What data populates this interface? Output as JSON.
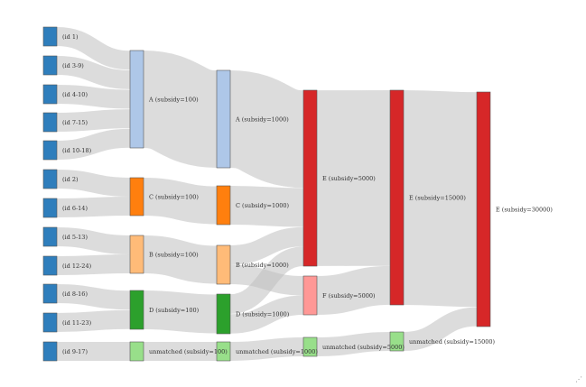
{
  "diagram": {
    "type": "sankey",
    "link_color": "#bfbfbf",
    "columns": [
      {
        "nodes": [
          {
            "id": "id1",
            "label": "(id 1)",
            "color": "#2f7ebc"
          },
          {
            "id": "id3",
            "label": "(id 3-9)",
            "color": "#2f7ebc"
          },
          {
            "id": "id4",
            "label": "(id 4-10)",
            "color": "#2f7ebc"
          },
          {
            "id": "id7",
            "label": "(id 7-15)",
            "color": "#2f7ebc"
          },
          {
            "id": "id10",
            "label": "(id 10-18)",
            "color": "#2f7ebc"
          },
          {
            "id": "id2",
            "label": "(id 2)",
            "color": "#2f7ebc"
          },
          {
            "id": "id6",
            "label": "(id 6-14)",
            "color": "#2f7ebc"
          },
          {
            "id": "id5",
            "label": "(id 5-13)",
            "color": "#2f7ebc"
          },
          {
            "id": "id12",
            "label": "(id 12-24)",
            "color": "#2f7ebc"
          },
          {
            "id": "id8",
            "label": "(id 8-16)",
            "color": "#2f7ebc"
          },
          {
            "id": "id11",
            "label": "(id 11-23)",
            "color": "#2f7ebc"
          },
          {
            "id": "id9",
            "label": "(id 9-17)",
            "color": "#2f7ebc"
          }
        ]
      },
      {
        "nodes": [
          {
            "id": "A100",
            "label": "A (subsidy=100)",
            "color": "#aec7e8"
          },
          {
            "id": "C100",
            "label": "C (subsidy=100)",
            "color": "#ff7f0e"
          },
          {
            "id": "B100",
            "label": "B (subsidy=100)",
            "color": "#ffbb78"
          },
          {
            "id": "D100",
            "label": "D (subsidy=100)",
            "color": "#2ca02c"
          },
          {
            "id": "U100",
            "label": "unmatched (subsidy=100)",
            "color": "#98df8a"
          }
        ]
      },
      {
        "nodes": [
          {
            "id": "A1000",
            "label": "A (subsidy=1000)",
            "color": "#aec7e8"
          },
          {
            "id": "C1000",
            "label": "C (subsidy=1000)",
            "color": "#ff7f0e"
          },
          {
            "id": "B1000",
            "label": "B (subsidy=1000)",
            "color": "#ffbb78"
          },
          {
            "id": "D1000",
            "label": "D (subsidy=1000)",
            "color": "#2ca02c"
          },
          {
            "id": "U1000",
            "label": "unmatched (subsidy=1000)",
            "color": "#98df8a"
          }
        ]
      },
      {
        "nodes": [
          {
            "id": "E5000",
            "label": "E (subsidy=5000)",
            "color": "#d62728"
          },
          {
            "id": "F5000",
            "label": "F (subsidy=5000)",
            "color": "#ff9896"
          },
          {
            "id": "U5000",
            "label": "unmatched (subsidy=5000)",
            "color": "#98df8a"
          }
        ]
      },
      {
        "nodes": [
          {
            "id": "E15000",
            "label": "E (subsidy=15000)",
            "color": "#d62728"
          },
          {
            "id": "U15000",
            "label": "unmatched (subsidy=15000)",
            "color": "#98df8a"
          }
        ]
      },
      {
        "nodes": [
          {
            "id": "E30000",
            "label": "E (subsidy=30000)",
            "color": "#d62728"
          }
        ]
      }
    ],
    "links": [
      {
        "source": "id1",
        "target": "A100",
        "value": 1
      },
      {
        "source": "id3",
        "target": "A100",
        "value": 1
      },
      {
        "source": "id4",
        "target": "A100",
        "value": 1
      },
      {
        "source": "id7",
        "target": "A100",
        "value": 1
      },
      {
        "source": "id10",
        "target": "A100",
        "value": 1
      },
      {
        "source": "id2",
        "target": "C100",
        "value": 1
      },
      {
        "source": "id6",
        "target": "C100",
        "value": 1
      },
      {
        "source": "id5",
        "target": "B100",
        "value": 1
      },
      {
        "source": "id12",
        "target": "B100",
        "value": 1
      },
      {
        "source": "id8",
        "target": "D100",
        "value": 1
      },
      {
        "source": "id11",
        "target": "D100",
        "value": 1
      },
      {
        "source": "id9",
        "target": "U100",
        "value": 1
      },
      {
        "source": "A100",
        "target": "A1000",
        "value": 5
      },
      {
        "source": "C100",
        "target": "C1000",
        "value": 2
      },
      {
        "source": "B100",
        "target": "B1000",
        "value": 2
      },
      {
        "source": "D100",
        "target": "D1000",
        "value": 2
      },
      {
        "source": "U100",
        "target": "U1000",
        "value": 1
      },
      {
        "source": "A1000",
        "target": "E5000",
        "value": 5
      },
      {
        "source": "C1000",
        "target": "E5000",
        "value": 2
      },
      {
        "source": "B1000",
        "target": "E5000",
        "value": 1
      },
      {
        "source": "B1000",
        "target": "F5000",
        "value": 1
      },
      {
        "source": "D1000",
        "target": "E5000",
        "value": 1
      },
      {
        "source": "D1000",
        "target": "F5000",
        "value": 1
      },
      {
        "source": "U1000",
        "target": "U5000",
        "value": 1
      },
      {
        "source": "E5000",
        "target": "E15000",
        "value": 9
      },
      {
        "source": "F5000",
        "target": "E15000",
        "value": 2
      },
      {
        "source": "U5000",
        "target": "U15000",
        "value": 1
      },
      {
        "source": "E15000",
        "target": "E30000",
        "value": 11
      },
      {
        "source": "U15000",
        "target": "E30000",
        "value": 1
      }
    ]
  }
}
